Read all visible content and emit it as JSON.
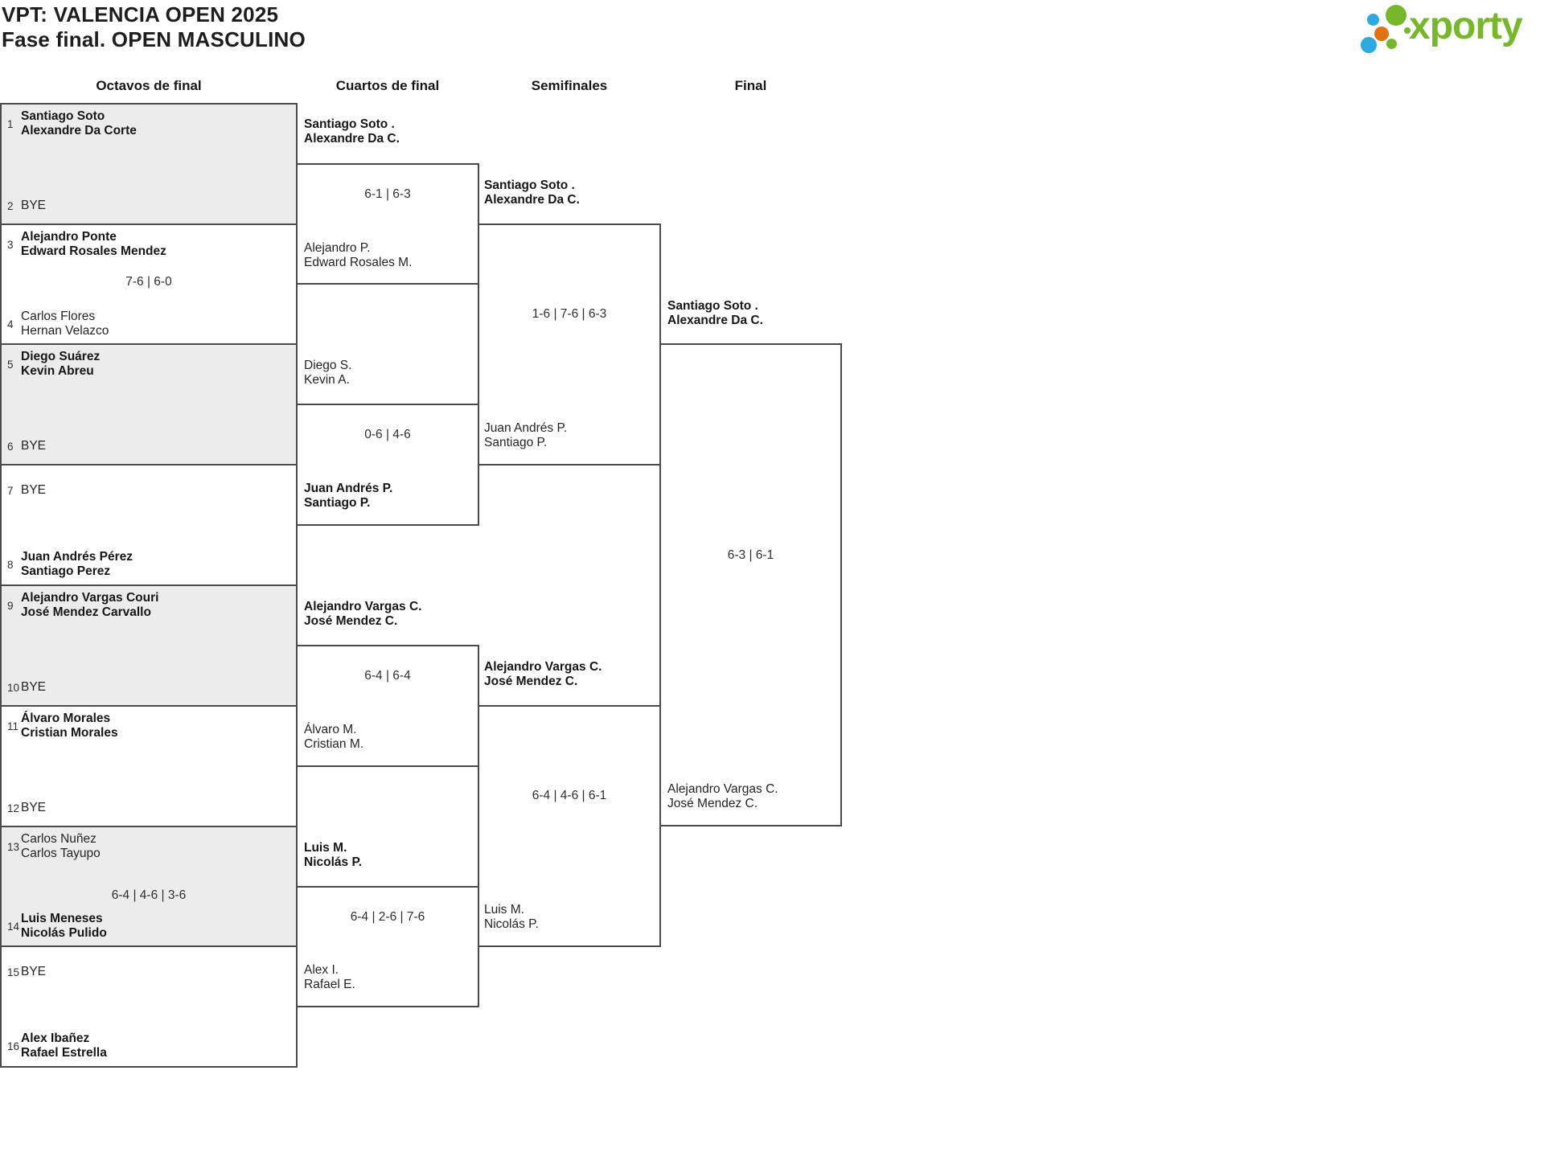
{
  "header": {
    "title": "VPT: VALENCIA OPEN 2025",
    "subtitle": "Fase final. OPEN MASCULINO"
  },
  "logo": {
    "text": "xporty",
    "green": "#76b82a",
    "blue": "#2ba9e0",
    "orange": "#e2710f"
  },
  "rounds": {
    "r16": "Octavos de final",
    "qf": "Cuartos de final",
    "sf": "Semifinales",
    "f": "Final"
  },
  "octavos": [
    {
      "seed1": "1",
      "p1a": "Santiago Soto",
      "p1b": "Alexandre Da Corte",
      "w1": true,
      "seed2": "2",
      "p2a": "BYE",
      "w2": false
    },
    {
      "seed1": "3",
      "p1a": "Alejandro Ponte",
      "p1b": "Edward Rosales Mendez",
      "w1": true,
      "score": "7-6 | 6-0",
      "seed2": "4",
      "p2a": "Carlos Flores",
      "p2b": "Hernan Velazco",
      "w2": false
    },
    {
      "seed1": "5",
      "p1a": "Diego Suárez",
      "p1b": "Kevin Abreu",
      "w1": true,
      "seed2": "6",
      "p2a": "BYE",
      "w2": false
    },
    {
      "seed1": "7",
      "p1a": "BYE",
      "w1": false,
      "seed2": "8",
      "p2a": "Juan Andrés Pérez",
      "p2b": "Santiago Perez",
      "w2": true
    },
    {
      "seed1": "9",
      "p1a": "Alejandro Vargas Couri",
      "p1b": "José Mendez Carvallo",
      "w1": true,
      "seed2": "10",
      "p2a": "BYE",
      "w2": false
    },
    {
      "seed1": "11",
      "p1a": "Álvaro Morales",
      "p1b": "Cristian Morales",
      "w1": true,
      "seed2": "12",
      "p2a": "BYE",
      "w2": false
    },
    {
      "seed1": "13",
      "p1a": "Carlos Nuñez",
      "p1b": "Carlos Tayupo",
      "w1": false,
      "score": "6-4 | 4-6 | 3-6",
      "seed2": "14",
      "p2a": "Luis Meneses",
      "p2b": "Nicolás Pulido",
      "w2": true
    },
    {
      "seed1": "15",
      "p1a": "BYE",
      "w1": false,
      "seed2": "16",
      "p2a": "Alex Ibañez",
      "p2b": "Rafael Estrella",
      "w2": true
    }
  ],
  "cuartos": [
    {
      "topA": "Santiago Soto .",
      "topB": "Alexandre Da C.",
      "topWin": true,
      "score": "6-1 | 6-3",
      "botA": "Alejandro P.",
      "botB": "Edward Rosales M.",
      "botWin": false
    },
    {
      "topA": "Diego S.",
      "topB": "Kevin A.",
      "topWin": false,
      "score": "0-6 | 4-6",
      "botA": "Juan Andrés P.",
      "botB": "Santiago P.",
      "botWin": true
    },
    {
      "topA": "Alejandro Vargas C.",
      "topB": "José Mendez C.",
      "topWin": true,
      "score": "6-4 | 6-4",
      "botA": "Álvaro M.",
      "botB": "Cristian M.",
      "botWin": false
    },
    {
      "topA": "Luis M.",
      "topB": "Nicolás P.",
      "topWin": true,
      "score": "6-4 | 2-6 | 7-6",
      "botA": "Alex I.",
      "botB": "Rafael E.",
      "botWin": false
    }
  ],
  "semifinales": [
    {
      "topA": "Santiago Soto .",
      "topB": "Alexandre Da C.",
      "topWin": true,
      "score": "1-6 | 7-6 | 6-3",
      "botA": "Juan Andrés P.",
      "botB": "Santiago P.",
      "botWin": false
    },
    {
      "topA": "Alejandro Vargas C.",
      "topB": "José Mendez C.",
      "topWin": true,
      "score": "6-4 | 4-6 | 6-1",
      "botA": "Luis M.",
      "botB": "Nicolás P.",
      "botWin": false
    }
  ],
  "final": {
    "topA": "Santiago Soto .",
    "topB": "Alexandre Da C.",
    "topWin": true,
    "score": "6-3 | 6-1",
    "botA": "Alejandro Vargas C.",
    "botB": "José Mendez C.",
    "botWin": false
  }
}
